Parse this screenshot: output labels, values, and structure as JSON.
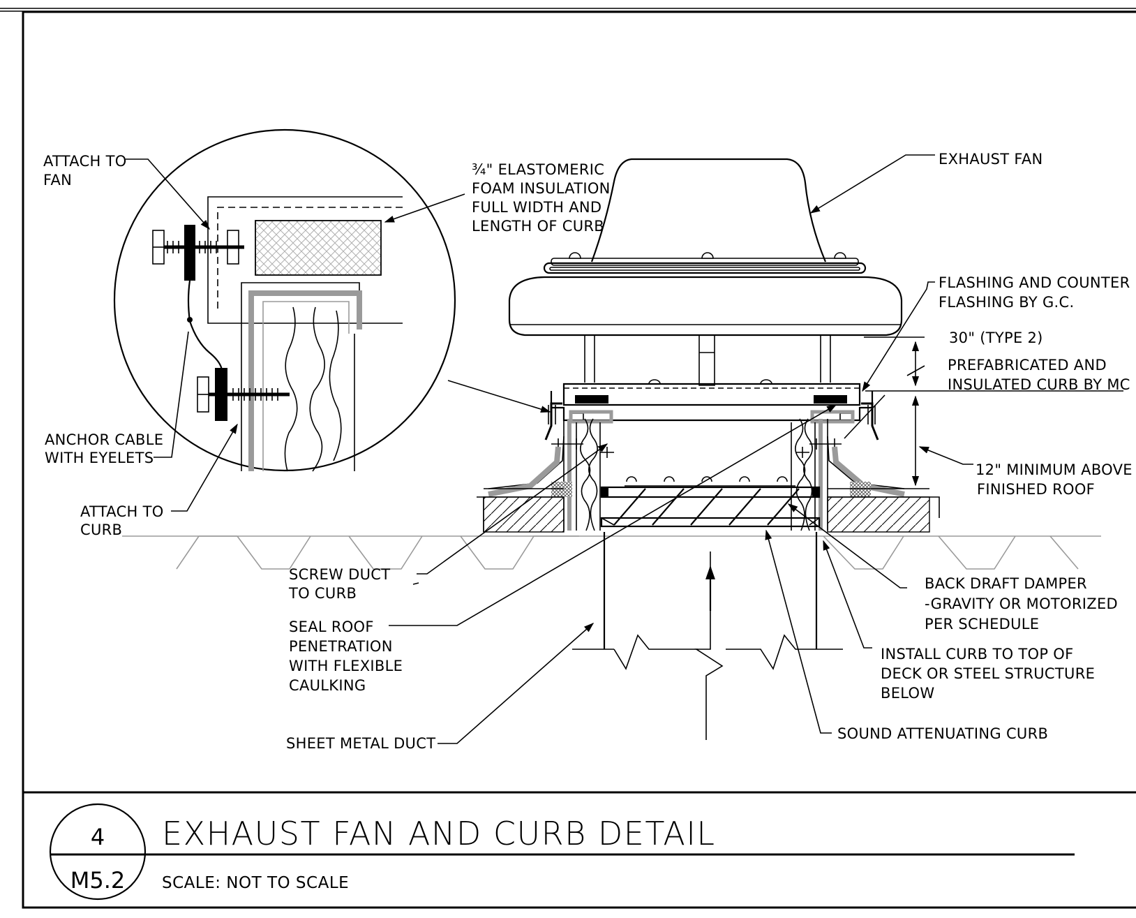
{
  "callouts": {
    "attach_to_fan": [
      "ATTACH TO",
      "FAN"
    ],
    "foam_insulation": [
      "¾\" ELASTOMERIC",
      "FOAM INSULATION",
      "FULL WIDTH AND",
      "LENGTH OF CURB"
    ],
    "exhaust_fan": [
      "EXHAUST FAN"
    ],
    "flashing": [
      "FLASHING AND COUNTER",
      "FLASHING BY G.C."
    ],
    "dim_30": [
      "30\" (TYPE 2)"
    ],
    "prefab_curb": [
      "PREFABRICATED AND",
      "INSULATED CURB BY MC"
    ],
    "min_above_roof": [
      "12\" MINIMUM ABOVE",
      "FINISHED ROOF"
    ],
    "anchor_cable": [
      "ANCHOR CABLE",
      "WITH EYELETS"
    ],
    "attach_to_curb": [
      "ATTACH TO",
      "CURB"
    ],
    "screw_duct": [
      "SCREW DUCT",
      "TO CURB"
    ],
    "seal_roof": [
      "SEAL ROOF",
      "PENETRATION",
      "WITH FLEXIBLE",
      "CAULKING"
    ],
    "sheet_metal_duct": [
      "SHEET METAL DUCT"
    ],
    "back_draft_damper": [
      "BACK DRAFT DAMPER",
      "-GRAVITY OR MOTORIZED",
      "PER SCHEDULE"
    ],
    "install_curb": [
      "INSTALL CURB TO TOP OF",
      "DECK OR STEEL STRUCTURE",
      "BELOW"
    ],
    "sound_curb": [
      "SOUND ATTENUATING CURB"
    ]
  },
  "title_block": {
    "detail_number": "4",
    "sheet_number": "M5.2",
    "title": "EXHAUST FAN AND CURB DETAIL",
    "scale": "SCALE: NOT TO SCALE"
  }
}
